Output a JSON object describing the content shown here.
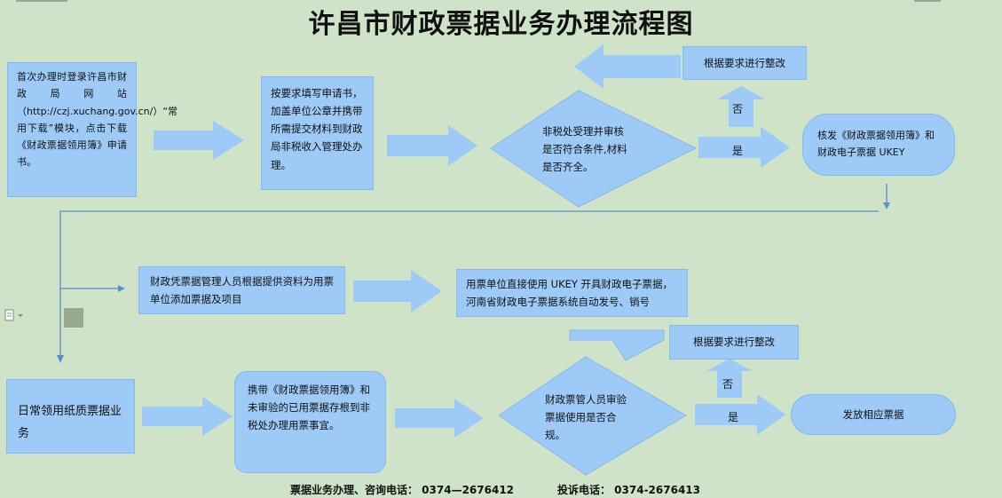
{
  "title": "许昌市财政票据业务办理流程图",
  "steps": {
    "s1": "首次办理时登录许昌市财政局网站（http://czj.xuchang.gov.cn/）“常用下载”模块，点击下载《财政票据领用簿》申请书。",
    "s2": "按要求填写申请书，加盖单位公章并携带所需提交材料到财政局非税收入管理处办理。",
    "s3": "非税处受理并审核是否符合条件,材料是否齐全。",
    "s4": "根据要求进行整改",
    "s5": "核发《财政票据领用簿》和财政电子票据 UKEY",
    "s6": "财政凭票据管理人员根据提供资料为用票单位添加票据及项目",
    "s7": "用票单位直接使用 UKEY 开具财政电子票据，河南省财政电子票据系统自动发号、销号",
    "s8": "日常领用纸质票据业务",
    "s9": "携带《财政票据领用簿》和未审验的已用票据存根到非税处办理用票事宜。",
    "s10": "财政票管人员审验票据使用是否合规。",
    "s11": "根据要求进行整改",
    "s12": "发放相应票据"
  },
  "labels": {
    "no1": "否",
    "yes1": "是",
    "no2": "否",
    "yes2": "是"
  },
  "footer": {
    "business": "票据业务办理、咨询电话：  0374—2676412",
    "complaint": "投诉电话：  0374-2676413"
  },
  "colors": {
    "box": "#9dcaf7",
    "arrow": "#9dcaf7",
    "background": "#cfe3c8",
    "line": "#5a8fc8"
  },
  "icons": [
    "document-icon"
  ]
}
